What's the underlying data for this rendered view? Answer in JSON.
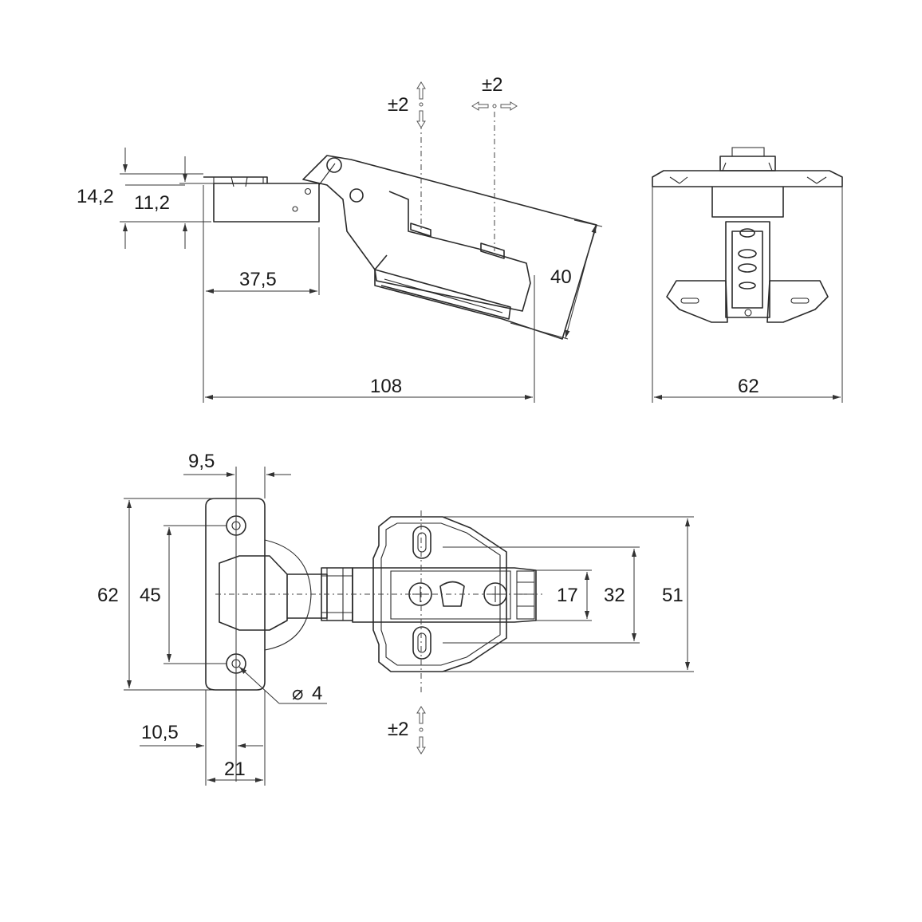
{
  "side_view": {
    "dims": {
      "total_height": "14,2",
      "plate_height": "11,2",
      "offset": "37,5",
      "overall_length": "108",
      "cup_height": "40"
    },
    "adjust_vertical": "±2",
    "adjust_horizontal": "±2"
  },
  "end_view": {
    "dims": {
      "width": "62"
    }
  },
  "plan_view": {
    "dims": {
      "hole_offset": "9,5",
      "plate_height": "62",
      "hole_spacing": "45",
      "edge_distance": "10,5",
      "plate_width": "21",
      "hole_diameter": "4",
      "inner_height": "17",
      "mid_height": "32",
      "outer_height": "51"
    },
    "adjust_vertical": "±2"
  },
  "symbols": {
    "diameter": "⌀"
  }
}
